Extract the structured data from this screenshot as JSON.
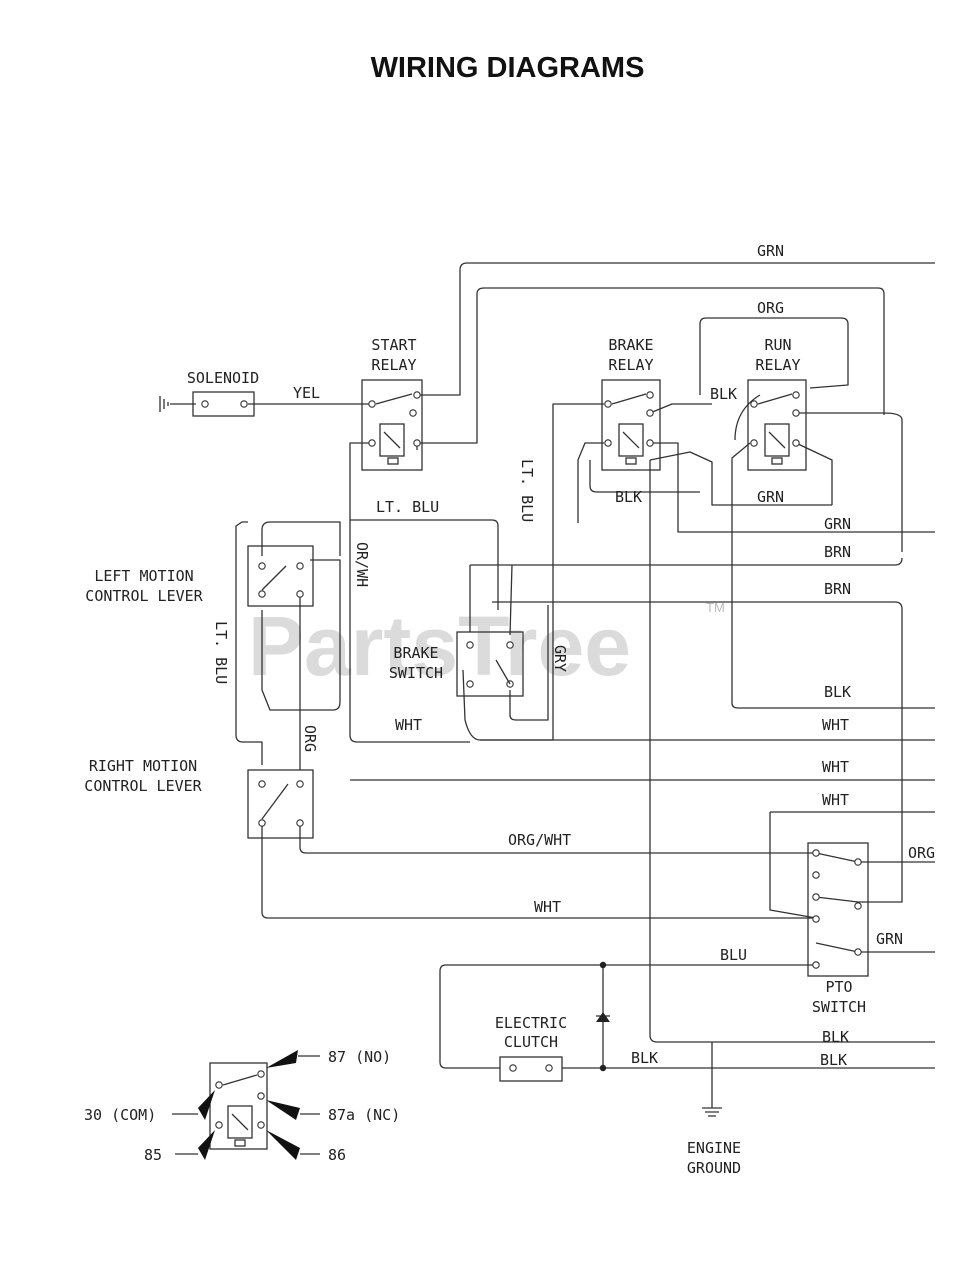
{
  "title": "WIRING DIAGRAMS",
  "watermark": {
    "text": "PartsTree",
    "mark": "TM"
  },
  "components": {
    "solenoid": "SOLENOID",
    "start_relay": [
      "START",
      "RELAY"
    ],
    "brake_relay": [
      "BRAKE",
      "RELAY"
    ],
    "run_relay": [
      "RUN",
      "RELAY"
    ],
    "left_lever": [
      "LEFT MOTION",
      "CONTROL LEVER"
    ],
    "right_lever": [
      "RIGHT MOTION",
      "CONTROL LEVER"
    ],
    "brake_switch": [
      "BRAKE",
      "SWITCH"
    ],
    "pto_switch": [
      "PTO",
      "SWITCH"
    ],
    "electric_clutch": [
      "ELECTRIC",
      "CLUTCH"
    ],
    "engine_ground": [
      "ENGINE",
      "GROUND"
    ]
  },
  "wire_labels": {
    "grn_top": "GRN",
    "org_top": "ORG",
    "yel": "YEL",
    "blk_relay": "BLK",
    "blk_under_brake": "BLK",
    "grn_under_run": "GRN",
    "lt_blu_top": "LT. BLU",
    "lt_blu_vert": "LT. BLU",
    "lt_blu_left": "LT. BLU",
    "or_wh": "OR/WH",
    "grn_right": "GRN",
    "brn_1": "BRN",
    "brn_2": "BRN",
    "gry": "GRY",
    "blk_right": "BLK",
    "wht_brake": "WHT",
    "wht_right_1": "WHT",
    "wht_right_2": "WHT",
    "wht_right_3": "WHT",
    "org_vert": "ORG",
    "org_wht": "ORG/WHT",
    "org_pto": "ORG",
    "wht_long": "WHT",
    "grn_pto": "GRN",
    "blu": "BLU",
    "blk_clutch": "BLK",
    "blk_bottom_1": "BLK",
    "blk_bottom_2": "BLK"
  },
  "legend": {
    "no": "87 (NO)",
    "com": "30 (COM)",
    "nc": "87a (NC)",
    "t85": "85",
    "t86": "86"
  }
}
